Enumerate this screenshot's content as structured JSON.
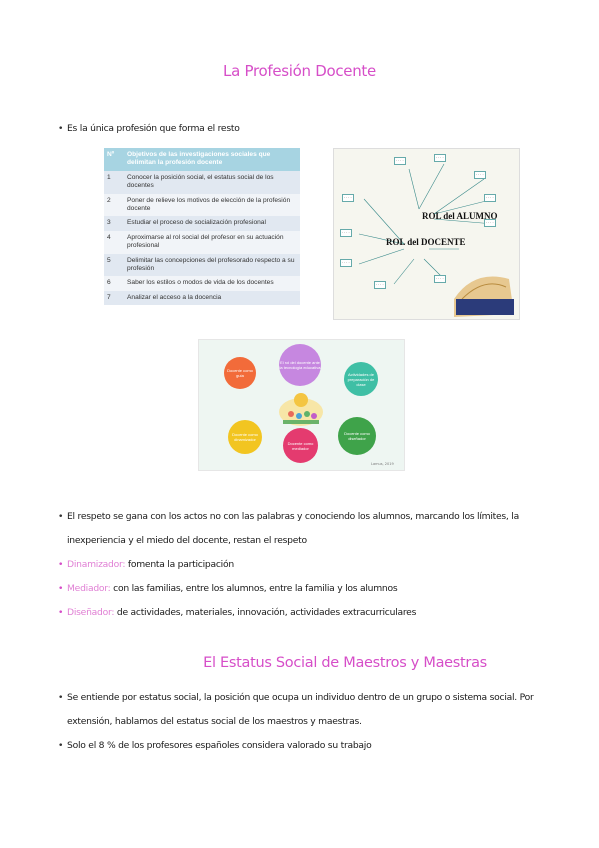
{
  "title_1": "La Profesión Docente",
  "bullet_1": "Es la única profesión que forma el resto",
  "table": {
    "header": {
      "num": "Nº",
      "text": "Objetivos de las investigaciones sociales que delimitan la profesión docente"
    },
    "rows": [
      {
        "num": "1",
        "text": "Conocer la posición social, el estatus social de los docentes"
      },
      {
        "num": "2",
        "text": "Poner de relieve los motivos de elección de la profesión docente"
      },
      {
        "num": "3",
        "text": "Estudiar el proceso de socialización profesional"
      },
      {
        "num": "4",
        "text": "Aproximarse al rol social del profesor en su actuación profesional"
      },
      {
        "num": "5",
        "text": "Delimitar las concepciones del profesorado respecto a su profesión"
      },
      {
        "num": "6",
        "text": "Saber los estilos o modos de vida de los docentes"
      },
      {
        "num": "7",
        "text": "Analizar el acceso a la docencia"
      }
    ]
  },
  "concept_map": {
    "rol_alumno": "ROL del ALUMNO",
    "rol_docente": "ROL del DOCENTE"
  },
  "circles": {
    "c_purple": "El rol del docente ante la tecnología educativa",
    "c_orange": "Docente como guía",
    "c_teal": "Actividades de preparación de clase",
    "c_green": "Docente como diseñador",
    "c_yellow": "Docente como dinamizador",
    "c_pink": "Docente como mediador",
    "credit": "Lamus, 2019"
  },
  "bullet_2_line1": "El respeto se gana con los actos no con las palabras y conociendo los alumnos, marcando los límites, la",
  "bullet_2_line2": "inexperiencia y el miedo del docente, restan el respeto",
  "bullet_3_label": "Dinamizador:",
  "bullet_3_text": " fomenta la participación",
  "bullet_4_label": "Mediador:",
  "bullet_4_text": " con las familias, entre los alumnos, entre la familia y los alumnos",
  "bullet_5_label": "Diseñador:",
  "bullet_5_text": " de actividades, materiales, innovación, actividades extracurriculares",
  "title_2": "El Estatus Social de Maestros y Maestras",
  "bullet_6_line1": "Se entiende por estatus social, la posición que ocupa un individuo dentro de un grupo o sistema social. Por",
  "bullet_6_line2": "extensión, hablamos del estatus social de los maestros y maestras.",
  "bullet_7": "Solo el 8 % de los profesores españoles considera valorado su trabajo"
}
